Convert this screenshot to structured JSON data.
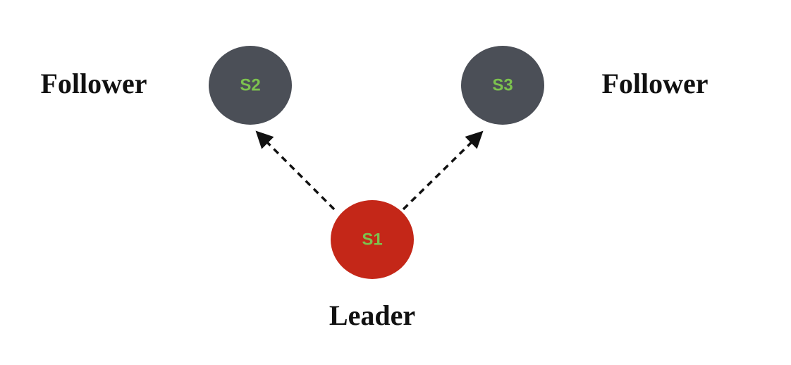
{
  "colors": {
    "follower_fill": "#4b4f57",
    "leader_fill": "#c42718",
    "node_text": "#7cc24e",
    "arrow": "#111111"
  },
  "nodes": {
    "s2": {
      "label": "S2",
      "role": "Follower"
    },
    "s3": {
      "label": "S3",
      "role": "Follower"
    },
    "s1": {
      "label": "S1",
      "role": "Leader"
    }
  },
  "edges": [
    {
      "from": "S1",
      "to": "S2",
      "style": "dashed"
    },
    {
      "from": "S1",
      "to": "S3",
      "style": "dashed"
    }
  ]
}
